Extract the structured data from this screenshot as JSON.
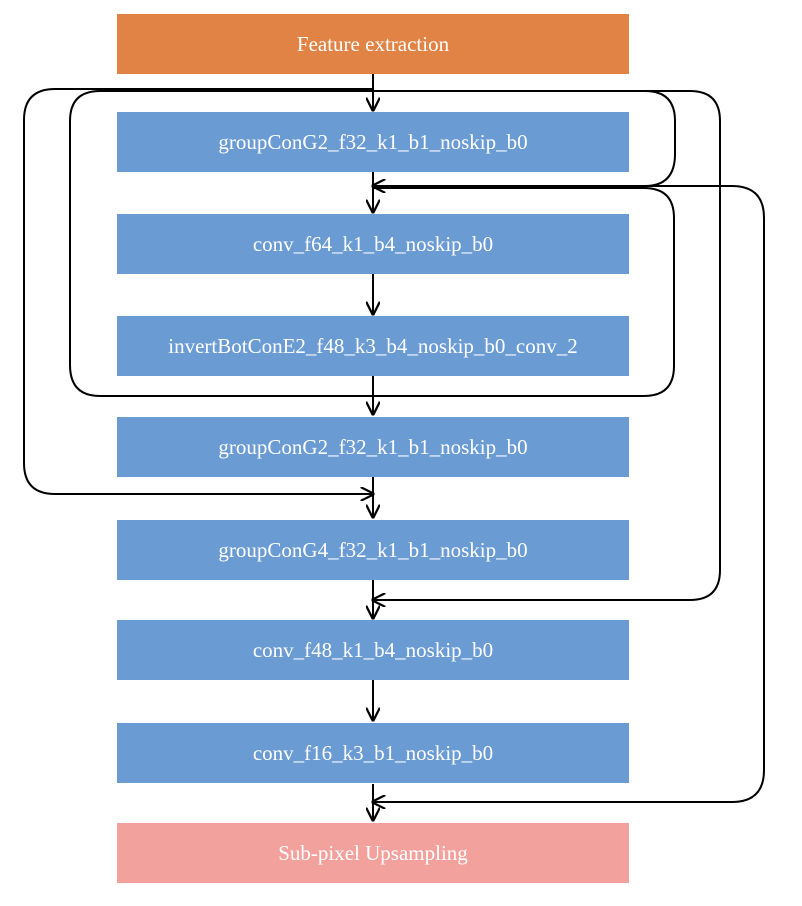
{
  "diagram": {
    "nodes": [
      {
        "id": "feature-extraction",
        "label": "Feature extraction",
        "color": "#e08344"
      },
      {
        "id": "groupcon-1",
        "label": "groupConG2_f32_k1_b1_noskip_b0",
        "color": "#6a9bd3"
      },
      {
        "id": "conv-f64",
        "label": "conv_f64_k1_b4_noskip_b0",
        "color": "#6a9bd3"
      },
      {
        "id": "invertbot",
        "label": "invertBotConE2_f48_k3_b4_noskip_b0_conv_2",
        "color": "#6a9bd3"
      },
      {
        "id": "groupcon-2",
        "label": "groupConG2_f32_k1_b1_noskip_b0",
        "color": "#6a9bd3"
      },
      {
        "id": "groupcon-g4",
        "label": "groupConG4_f32_k1_b1_noskip_b0",
        "color": "#6a9bd3"
      },
      {
        "id": "conv-f48",
        "label": "conv_f48_k1_b4_noskip_b0",
        "color": "#6a9bd3"
      },
      {
        "id": "conv-f16",
        "label": "conv_f16_k3_b1_noskip_b0",
        "color": "#6a9bd3"
      },
      {
        "id": "sub-pixel",
        "label": "Sub-pixel Upsampling",
        "color": "#f2a19d"
      }
    ],
    "edges": [
      {
        "from": "feature-extraction",
        "to": "groupcon-1"
      },
      {
        "from": "groupcon-1",
        "to": "conv-f64"
      },
      {
        "from": "conv-f64",
        "to": "invertbot"
      },
      {
        "from": "invertbot",
        "to": "groupcon-2"
      },
      {
        "from": "groupcon-2",
        "to": "groupcon-g4"
      },
      {
        "from": "groupcon-g4",
        "to": "conv-f48"
      },
      {
        "from": "conv-f48",
        "to": "conv-f16"
      },
      {
        "from": "conv-f16",
        "to": "sub-pixel"
      }
    ],
    "skip_connections": [
      {
        "from": "feature-extraction",
        "to": "groupcon-g4",
        "side": "left"
      },
      {
        "from": "feature-extraction",
        "to": "conv-f64",
        "side": "inner-left"
      },
      {
        "from": "groupcon-1",
        "to": "groupcon-2",
        "side": "inner-right"
      },
      {
        "from": "feature-extraction",
        "to": "conv-f48",
        "side": "right"
      },
      {
        "from": "groupcon-1",
        "to": "sub-pixel",
        "side": "far-right"
      }
    ],
    "line_color": "#000000"
  }
}
